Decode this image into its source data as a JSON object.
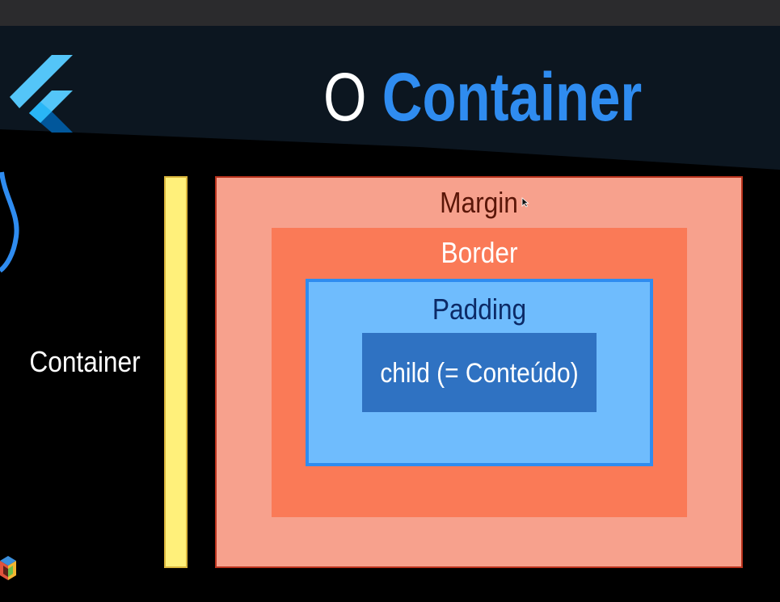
{
  "slide": {
    "title_prefix": "O",
    "title_main": "Container",
    "colors": {
      "background": "#000000",
      "header_band": "#0c1620",
      "top_bar": "#2b2b2d",
      "title_accent": "#2f8cf0",
      "yellow_bar": "#fff07a",
      "margin_fill": "#f7a18d",
      "margin_border": "#b8321d",
      "border_fill": "#fa7a57",
      "padding_fill": "#6fbcfd",
      "padding_border": "#2f8cf0",
      "child_fill": "#2f72c2"
    },
    "icons": {
      "logo": "flutter-logo-icon",
      "left_shape": "blue-curve-icon",
      "bottom_logo": "cube-logo-icon",
      "cursor": "mouse-pointer-icon"
    }
  },
  "diagram": {
    "container_label": "Container",
    "margin_label": "Margin",
    "border_label": "Border",
    "padding_label": "Padding",
    "child_label": "child (= Conteúdo)"
  }
}
